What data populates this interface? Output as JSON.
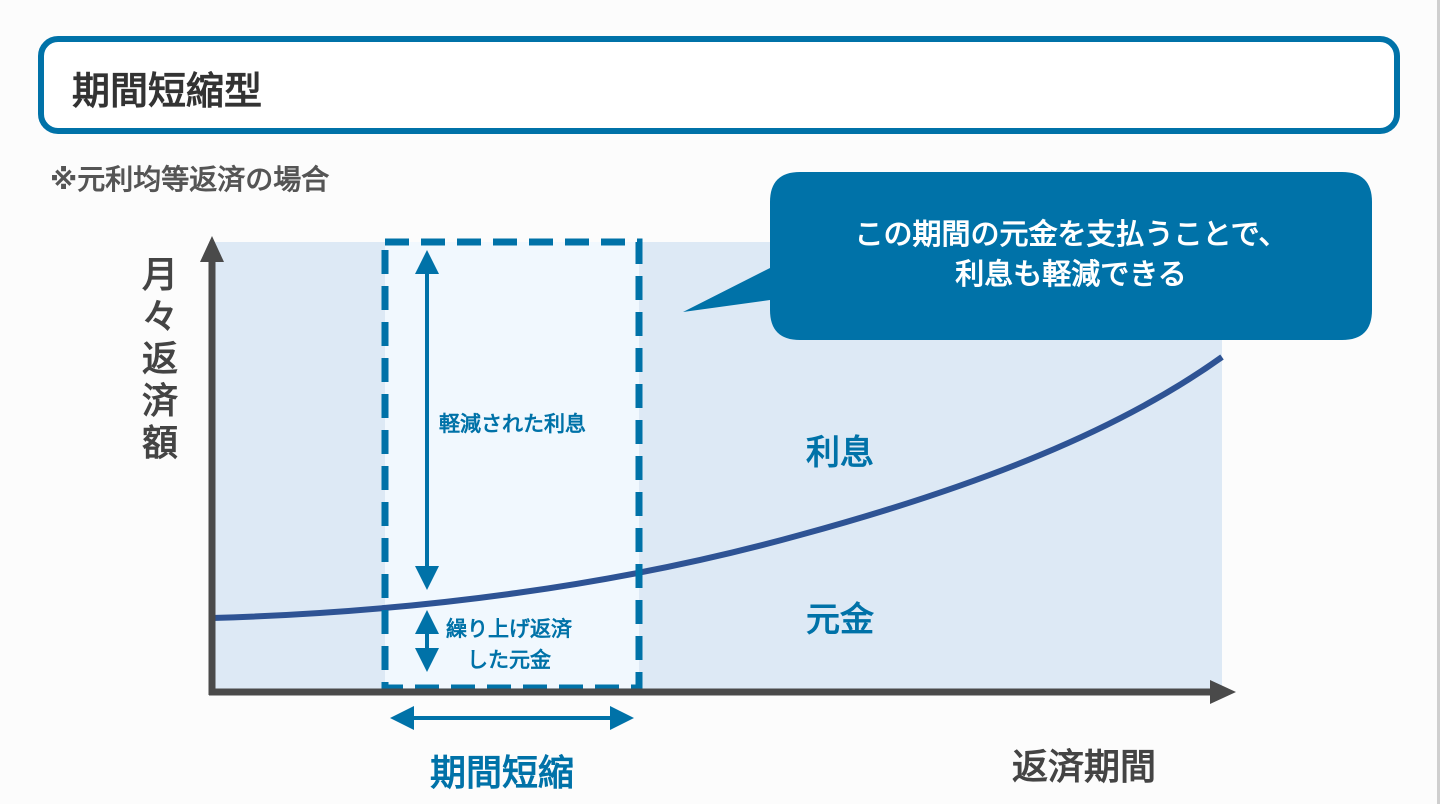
{
  "title": "期間短縮型",
  "note": "※元利均等返済の場合",
  "callout": {
    "line1": "この期間の元金を支払うことで、",
    "line2": "利息も軽減できる"
  },
  "y_axis_label": "月々返済額",
  "x_axis_label": "返済期間",
  "region_interest": "利息",
  "region_principal": "元金",
  "reduced_interest": "軽減された利息",
  "prepaid_principal": {
    "line1": "繰り上げ返済",
    "line2": "した元金"
  },
  "period_shortened": "期間短縮",
  "colors": {
    "accent": "#0072a8",
    "curve": "#2e5394",
    "area": "#dde9f5",
    "highlight": "#f1f8fe",
    "axis": "#4a4a4a"
  }
}
